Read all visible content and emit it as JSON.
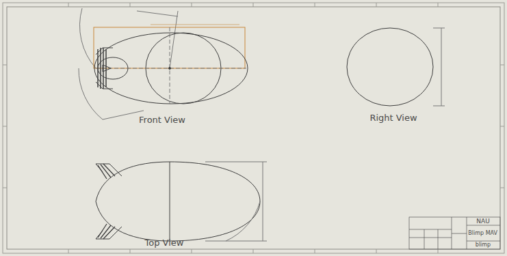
{
  "diagram": {
    "labels": [
      "Front View",
      "Right View",
      "Top View",
      "NAU",
      "Blimp MAV",
      "blimp"
    ]
  }
}
